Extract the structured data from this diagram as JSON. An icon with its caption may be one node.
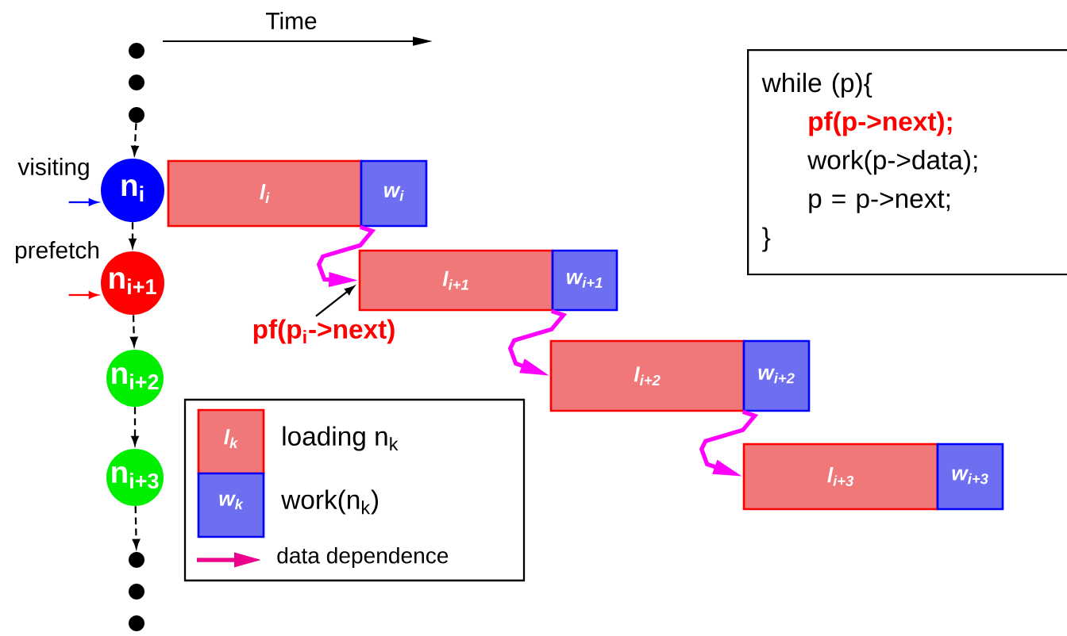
{
  "diagram": {
    "nodes": [
      {
        "text": [],
        "shape": "circle"
      },
      {
        "text": [],
        "shape": "circle"
      },
      {
        "text": [],
        "shape": "circle"
      },
      {
        "text": [
          "n$_{i}$"
        ],
        "beside": [
          "visiting"
        ]
      },
      {
        "text": [
          "n$_{i+1}$"
        ],
        "beside": [
          "prefetch"
        ]
      },
      {
        "text": [
          "n$_{i+2}$"
        ]
      },
      {
        "text": [
          "n$_{i+3}$"
        ]
      },
      {
        "text": [],
        "shape": "circle"
      },
      {
        "text": [],
        "shape": "circle"
      },
      {
        "text": [],
        "shape": "circle"
      },
      {
        "text": [
          "l$_{i}$"
        ]
      },
      {
        "text": [
          "w$_{i}$"
        ]
      },
      {
        "text": [
          "l$_{i+1}$"
        ]
      },
      {
        "text": [
          "w$_{i+1}$"
        ]
      },
      {
        "text": [
          "l$_{i+2}$"
        ]
      },
      {
        "text": [
          "w$_{i+2}$"
        ]
      },
      {
        "text": [
          "l$_{i+3}$"
        ]
      },
      {
        "text": [
          "w$_{i+3}$"
        ]
      },
      {
        "text": [
          "pf(p$_{i}$->next)"
        ]
      },
      {
        "text": [
          "while (p){",
          "pf(p->next);",
          "work(p->data);",
          "p = p->next;",
          "}"
        ]
      }
    ],
    "edges": [
      {
        "from": 2,
        "to": 3,
        "arrow": "to",
        "style": "dashed"
      },
      {
        "from": 3,
        "to": 4,
        "arrow": "to",
        "style": "dashed"
      },
      {
        "from": 4,
        "to": 5,
        "arrow": "to",
        "style": "dashed"
      },
      {
        "from": 5,
        "to": 6,
        "arrow": "to",
        "style": "dashed"
      },
      {
        "from": 6,
        "to": 7,
        "arrow": "to",
        "style": "dashed"
      },
      {
        "from": null,
        "to": 3,
        "arrow": "to",
        "color": "#0000ff"
      },
      {
        "from": null,
        "to": 4,
        "arrow": "to",
        "color": "#ff0000"
      },
      {
        "from": 11,
        "to": 12,
        "arrow": "to",
        "style": "thick",
        "color": "#ff00ff"
      },
      {
        "from": 13,
        "to": 14,
        "arrow": "to",
        "style": "thick",
        "color": "#ff00ff"
      },
      {
        "from": 15,
        "to": 16,
        "arrow": "to",
        "style": "thick",
        "color": "#ff00ff"
      },
      {
        "from": 18,
        "to": 12,
        "arrow": "to"
      }
    ],
    "labels": [
      "Time",
      "l$_{k}$",
      "w$_{k}$"
    ],
    "legend": [
      {
        "text": "loading n$_{k}$",
        "color": "#ff0000"
      },
      {
        "text": "work(n$_{k}$)",
        "color": "#0000ff"
      },
      {
        "text": "data dependence"
      }
    ]
  }
}
